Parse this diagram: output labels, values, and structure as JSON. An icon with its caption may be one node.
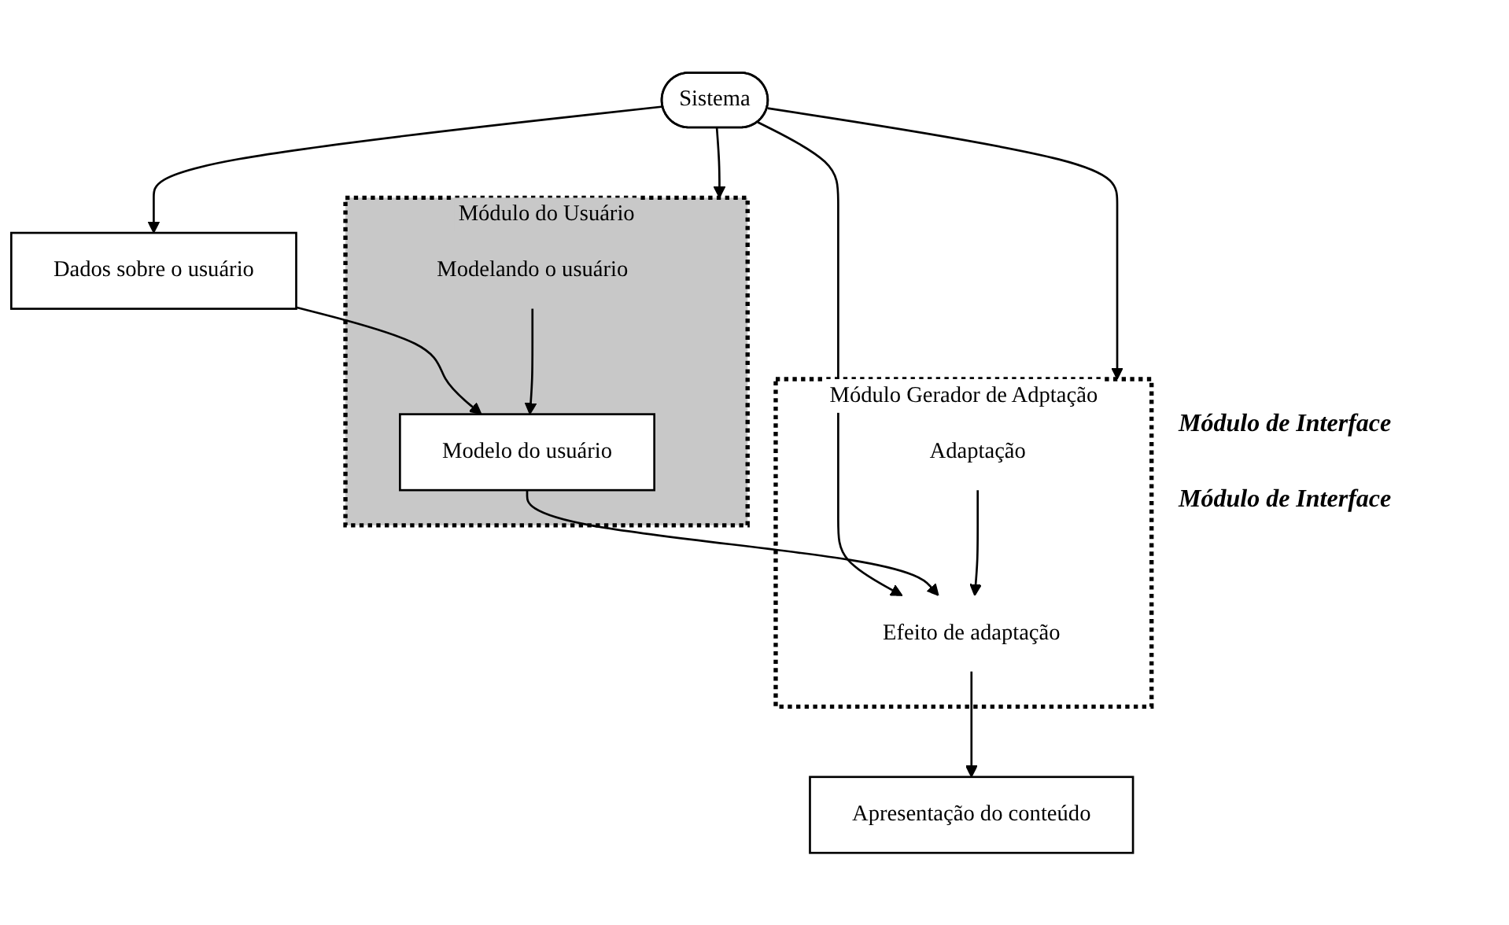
{
  "diagram": {
    "nodes": [
      {
        "text": [
          "Sistema"
        ]
      },
      {
        "text": [
          "Dados sobre o usuário"
        ]
      },
      {
        "text": [
          "Módulo do Usuário"
        ]
      },
      {
        "text": [
          "Modelo do usuário"
        ],
        "in": 2
      },
      {
        "text": [
          "Modelando o usuário"
        ],
        "in": 2
      },
      {
        "text": [
          "Módulo Gerador de Adptação"
        ]
      },
      {
        "text": [
          "Efeito de adaptação"
        ],
        "in": 5
      },
      {
        "text": [
          "Adaptação"
        ],
        "in": 5
      },
      {
        "text": [
          "Apresentação do conteúdo"
        ]
      }
    ],
    "edges": [
      {
        "from": 0,
        "to": 1,
        "arrow": "to"
      },
      {
        "from": 0,
        "to": 2,
        "arrow": "to"
      },
      {
        "from": 0,
        "to": 6,
        "arrow": "to"
      },
      {
        "from": 0,
        "to": 5,
        "arrow": "to"
      },
      {
        "from": 1,
        "to": 3,
        "arrow": "to"
      },
      {
        "from": 4,
        "to": 3,
        "arrow": "to"
      },
      {
        "from": 3,
        "to": 6,
        "arrow": "to"
      },
      {
        "from": 7,
        "to": 6,
        "arrow": "to"
      },
      {
        "from": 6,
        "to": 8,
        "arrow": "to"
      }
    ],
    "labels": [
      "Módulo de Interface",
      "Módulo de Interface"
    ]
  }
}
